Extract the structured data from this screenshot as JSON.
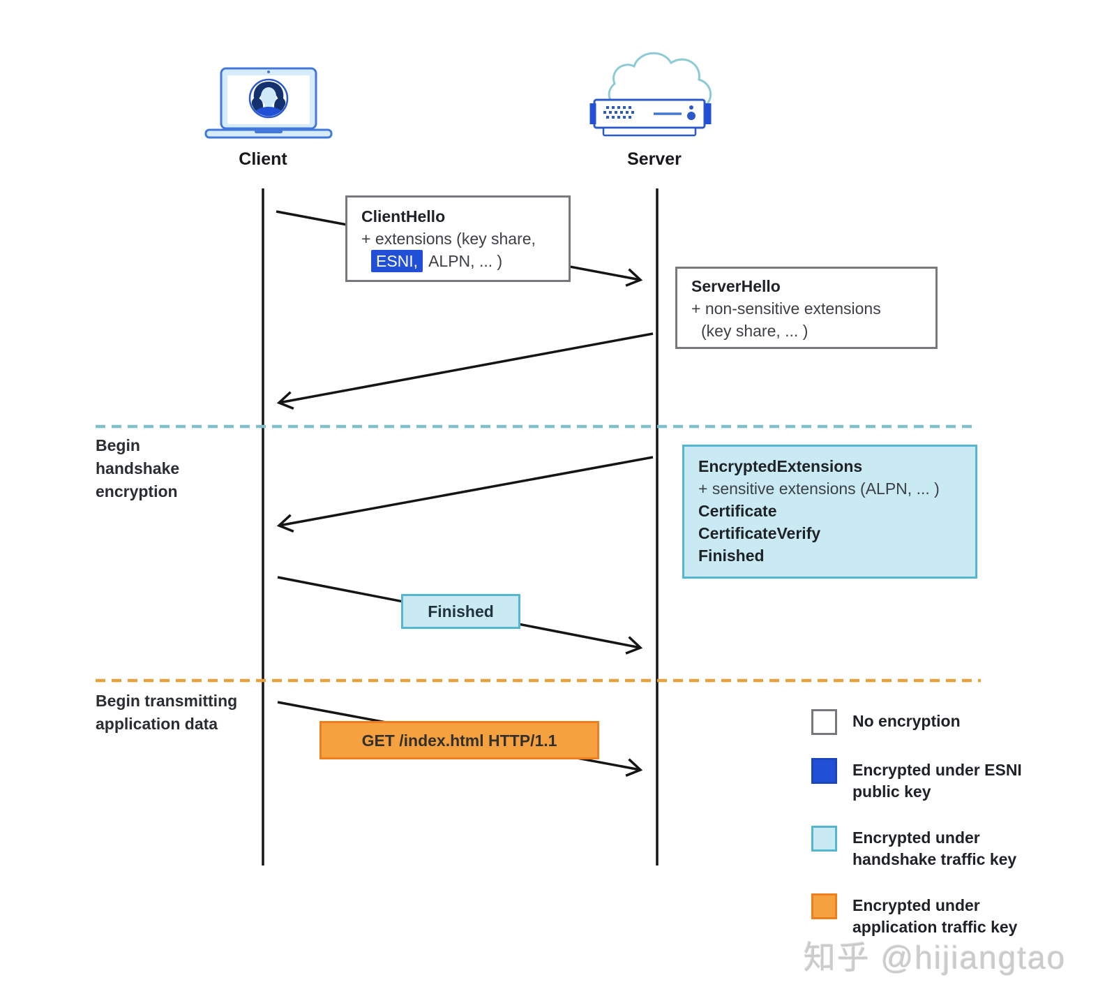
{
  "nodes": {
    "client": "Client",
    "server": "Server"
  },
  "messages": {
    "client_hello": {
      "title": "ClientHello",
      "line2": "+ extensions (key share,",
      "esni_chip": "ESNI,",
      "line3_rest": "ALPN, ... )"
    },
    "server_hello": {
      "title": "ServerHello",
      "line2": "+ non-sensitive extensions",
      "line3": "(key share, ... )"
    },
    "encrypted_extensions": {
      "title": "EncryptedExtensions",
      "line2": "+ sensitive extensions (ALPN, ... )",
      "line3": "Certificate",
      "line4": "CertificateVerify",
      "line5": "Finished"
    },
    "finished": {
      "label": "Finished"
    },
    "http_get": {
      "label": "GET /index.html HTTP/1.1"
    }
  },
  "phases": {
    "handshake_encryption": "Begin handshake encryption",
    "application_data": "Begin transmitting application data"
  },
  "legend": {
    "items": [
      {
        "label": "No encryption"
      },
      {
        "label": "Encrypted under ESNI public key"
      },
      {
        "label": "Encrypted under handshake traffic key"
      },
      {
        "label": "Encrypted under application traffic key"
      }
    ]
  },
  "watermark": "知乎 @hijiangtao",
  "colors": {
    "esni_blue": "#2150d6",
    "handshake_fill": "#c9eaf3",
    "handshake_border": "#55b6d2",
    "application_fill": "#f6a13f",
    "application_border": "#ee7f1c",
    "no_encryption_border": "#77787b",
    "phase_divider_handshake": "#7fc0ca",
    "phase_divider_application": "#e7a03c",
    "line_black": "#151515"
  }
}
